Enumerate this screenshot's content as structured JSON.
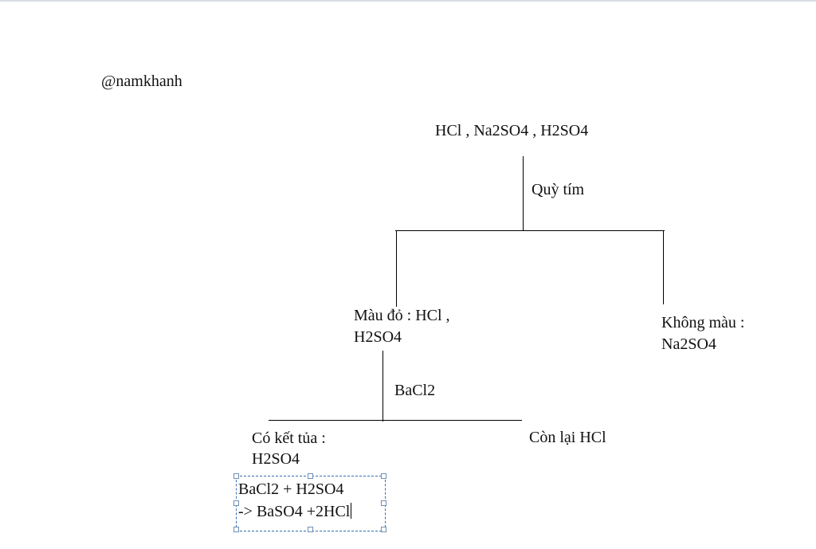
{
  "watermark": "@namkhanh",
  "root": "HCl , Na2SO4 , H2SO4",
  "step1_reagent": "Quỳ tím",
  "branch_red": {
    "line1": "Màu đỏ : HCl ,",
    "line2": "H2SO4"
  },
  "branch_none": {
    "line1": "Không màu :",
    "line2": "Na2SO4"
  },
  "step2_reagent": "BaCl2",
  "branch_precip": {
    "line1": "Có kết tủa :",
    "line2": "H2SO4"
  },
  "branch_remain": "Còn lại HCl",
  "equation": {
    "line1": "BaCl2 + H2SO4",
    "line2": "-> BaSO4 +2HCl"
  }
}
